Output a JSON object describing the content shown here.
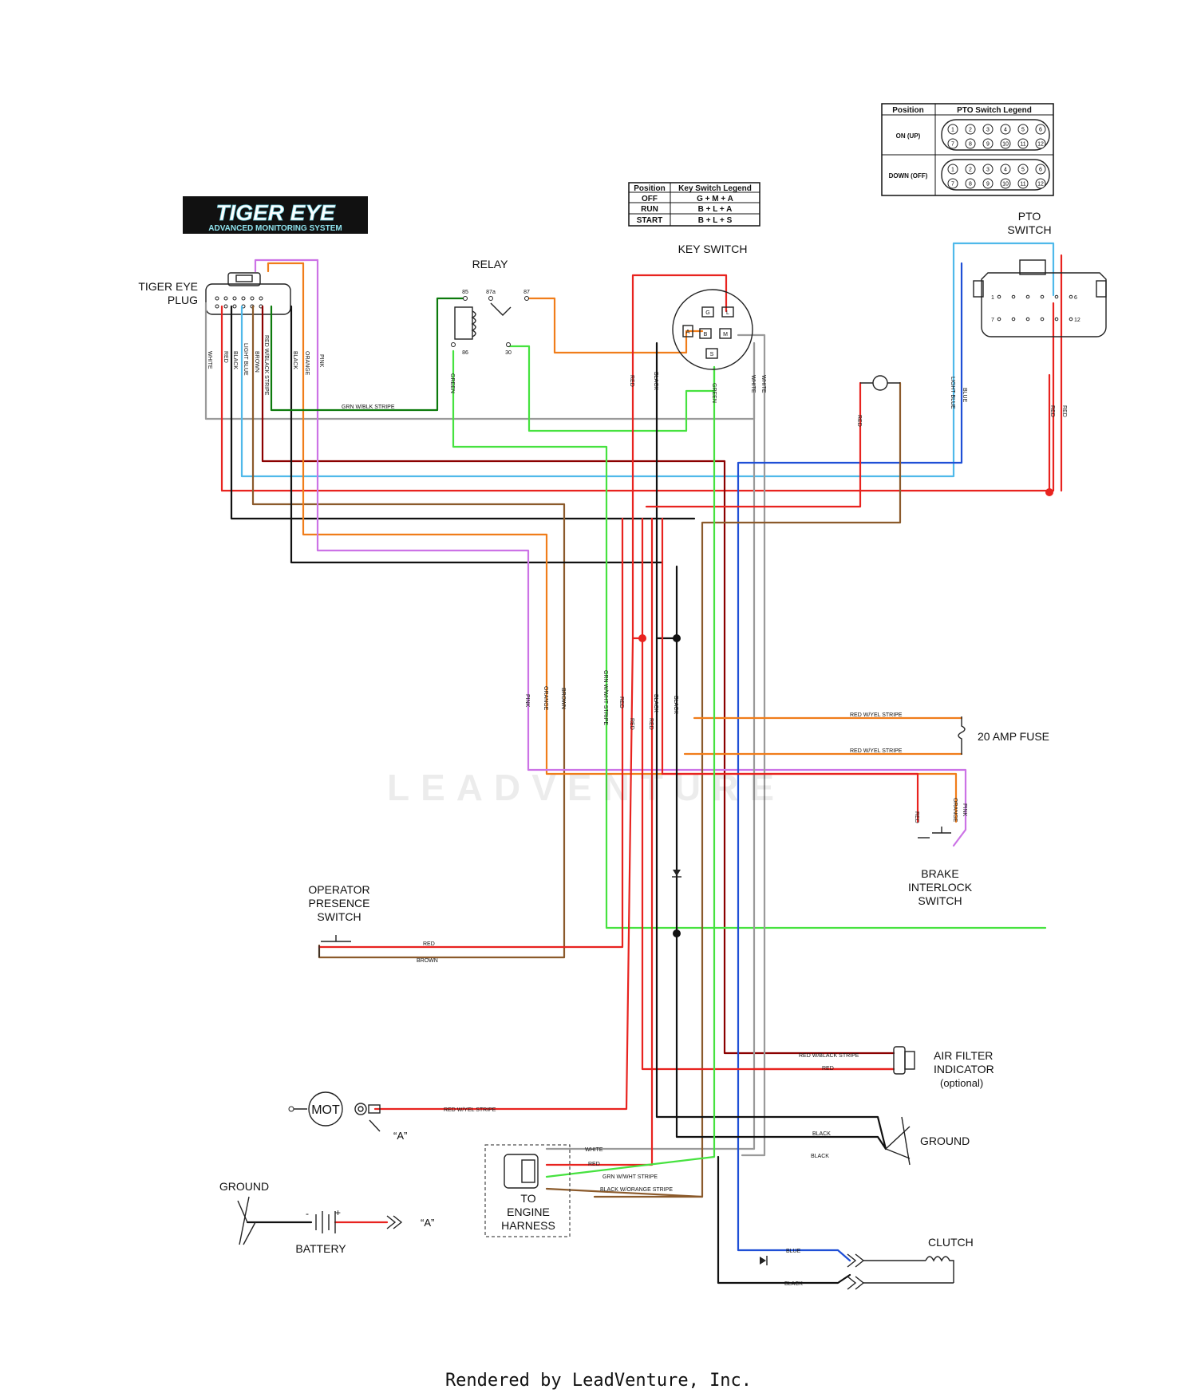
{
  "colors": {
    "white": "#9a9a9a",
    "black": "#111111",
    "red": "#e8231f",
    "light_blue": "#4fb9ea",
    "brown": "#8b5a2b",
    "dark_red": "#8b0000",
    "orange": "#f07d1a",
    "pink": "#cc73e6",
    "green": "#46e23f",
    "dark_green": "#0c7a0c",
    "blue": "#1f4fd6"
  },
  "tiger_eye": {
    "logo_title": "TIGER EYE",
    "logo_subtitle": "ADVANCED MONITORING SYSTEM",
    "plug_label_1": "TIGER EYE",
    "plug_label_2": "PLUG"
  },
  "components": {
    "relay": "RELAY",
    "key_switch": "KEY SWITCH",
    "pto_switch_1": "PTO",
    "pto_switch_2": "SWITCH",
    "fuse": "20 AMP FUSE",
    "brake_1": "BRAKE",
    "brake_2": "INTERLOCK",
    "brake_3": "SWITCH",
    "operator_1": "OPERATOR",
    "operator_2": "PRESENCE",
    "operator_3": "SWITCH",
    "air_filter_1": "AIR FILTER",
    "air_filter_2": "INDICATOR",
    "air_filter_3": "(optional)",
    "ground_right": "GROUND",
    "ground_left": "GROUND",
    "battery": "BATTERY",
    "engine_1": "TO",
    "engine_2": "ENGINE",
    "engine_3": "HARNESS",
    "clutch": "CLUTCH",
    "motor": "MOT",
    "ref_a": "“A”"
  },
  "relay_pins": {
    "p85": "85",
    "p87a": "87a",
    "p87": "87",
    "p86": "86",
    "p30": "30"
  },
  "key_switch_pins": {
    "g": "G",
    "m": "M",
    "a": "A",
    "b": "B",
    "l": "L",
    "s": "S"
  },
  "key_switch_legend": {
    "header_position": "Position",
    "header_legend": "Key Switch Legend",
    "rows": [
      {
        "position": "OFF",
        "value": "G + M + A"
      },
      {
        "position": "RUN",
        "value": "B + L + A"
      },
      {
        "position": "START",
        "value": "B + L + S"
      }
    ]
  },
  "pto_legend": {
    "header_position": "Position",
    "header_legend": "PTO Switch Legend",
    "rows": [
      {
        "position": "ON (UP)"
      },
      {
        "position": "DOWN (OFF)"
      }
    ],
    "top_pins": [
      "1",
      "2",
      "3",
      "4",
      "5",
      "6"
    ],
    "bottom_pins": [
      "7",
      "8",
      "9",
      "10",
      "11",
      "12"
    ]
  },
  "pto_plug_pins": {
    "p1": "1",
    "p6": "6",
    "p7": "7",
    "p12": "12"
  },
  "wire_labels": {
    "white": "WHITE",
    "red": "RED",
    "black": "BLACK",
    "light_blue": "LIGHT BLUE",
    "brown": "BROWN",
    "red_black_stripe": "RED W/BLACK STRIPE",
    "orange": "ORANGE",
    "pink": "PINK",
    "green": "GREEN",
    "grn_blk_stripe": "GRN W/BLK STRIPE",
    "grn_wht_stripe": "GRN W/WHT STRIPE",
    "blue": "BLUE",
    "red_yel_stripe": "RED W/YEL STRIPE",
    "red_black_stripe_2": "RED W/BLACK STRIPE",
    "black_orange_stripe": "BLACK W/ORANGE STRIPE"
  },
  "watermark": "LEADVENTURE",
  "footer": "Rendered by LeadVenture, Inc."
}
